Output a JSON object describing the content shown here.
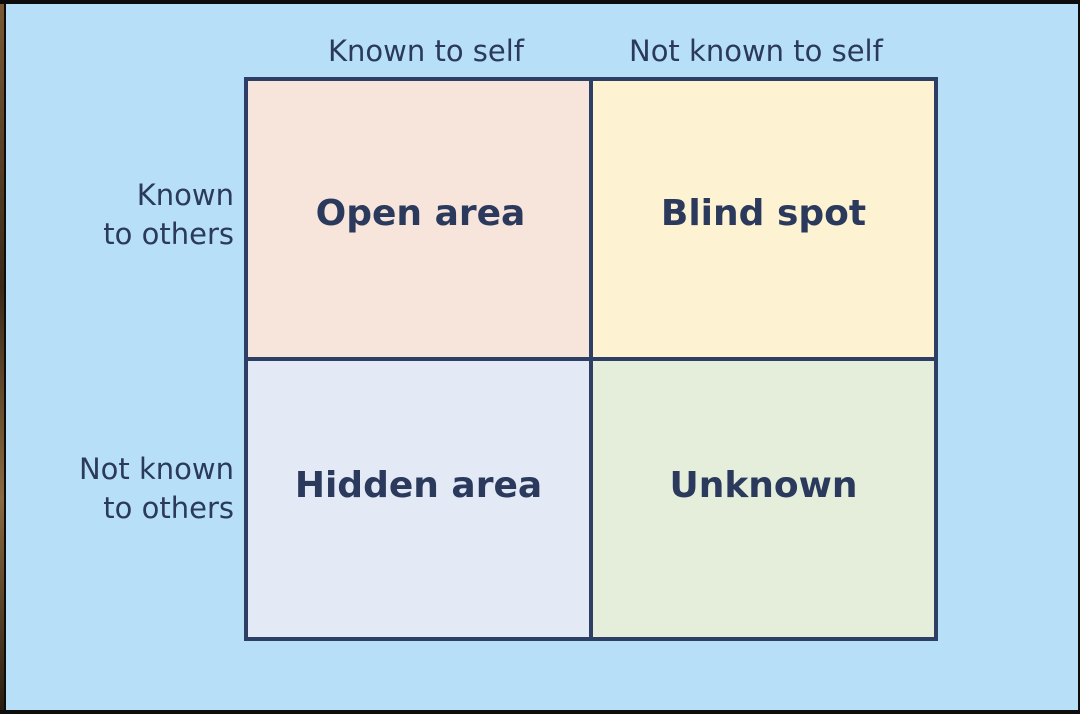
{
  "columns": {
    "known_to_self": "Known to self",
    "not_known_to_self": "Not known to self"
  },
  "rows": {
    "known_to_others": [
      "Known",
      "to others"
    ],
    "not_known_to_others": [
      "Not known",
      "to others"
    ]
  },
  "quadrants": {
    "open": "Open area",
    "blind": "Blind spot",
    "hidden": "Hidden area",
    "unknown": "Unknown"
  },
  "colors": {
    "background": "#b7e0f8",
    "border": "#2e3f66",
    "text": "#2b3a5c",
    "open": "#f7e5dc",
    "blind": "#fdf3d2",
    "hidden": "#e3e9f5",
    "unknown": "#e4eedb"
  }
}
